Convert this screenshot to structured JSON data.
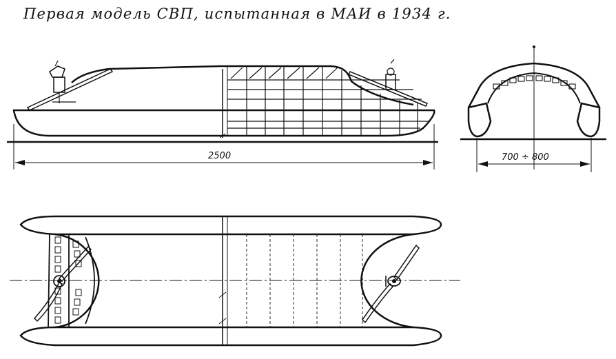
{
  "caption": "Первая модель СВП, испытанная в МАИ в 1934 г.",
  "dimensions": {
    "length": "2500",
    "width": "700 ÷ 800"
  },
  "colors": {
    "ink": "#111111",
    "paper": "#ffffff"
  }
}
